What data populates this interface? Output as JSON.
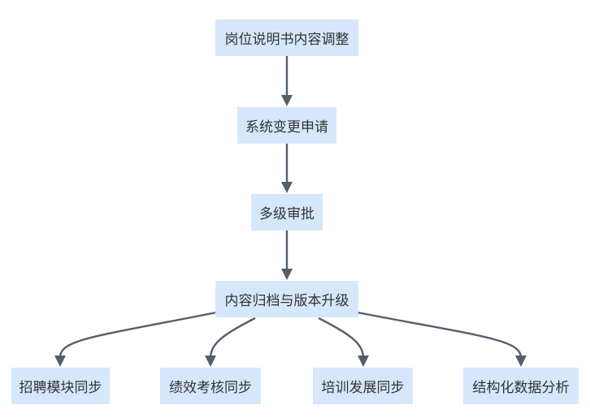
{
  "nodes": {
    "step1": "岗位说明书内容调整",
    "step2": "系统变更申请",
    "step3": "多级审批",
    "step4": "内容归档与版本升级",
    "sync_recruiting": "招聘模块同步",
    "sync_performance": "绩效考核同步",
    "sync_training": "培训发展同步",
    "structured_analysis": "结构化数据分析"
  },
  "edges": [
    {
      "from": "step1",
      "to": "step2"
    },
    {
      "from": "step2",
      "to": "step3"
    },
    {
      "from": "step3",
      "to": "step4"
    },
    {
      "from": "step4",
      "to": "sync_recruiting"
    },
    {
      "from": "step4",
      "to": "sync_performance"
    },
    {
      "from": "step4",
      "to": "sync_training"
    },
    {
      "from": "step4",
      "to": "structured_analysis"
    }
  ],
  "colors": {
    "node_fill": "#d6e7fc",
    "node_text": "#333333",
    "edge": "#555e6b"
  }
}
